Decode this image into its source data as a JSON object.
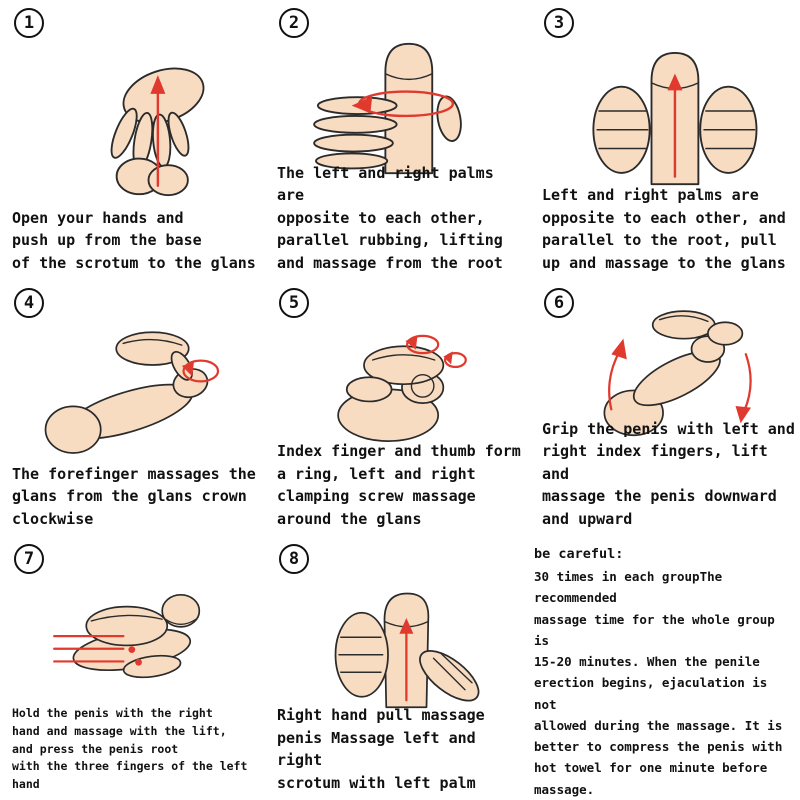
{
  "colors": {
    "skin": "#f8dcc2",
    "outline": "#2b2b2b",
    "accent_red": "#e03a2f",
    "background": "#ffffff"
  },
  "panels": [
    {
      "number": "1",
      "icon": "hand-push-up-from-scrotum-illustration",
      "caption": "Open your hands and\npush up from the base\nof the scrotum to the glans"
    },
    {
      "number": "2",
      "icon": "palms-parallel-rubbing-illustration",
      "caption": "The left and right palms are\nopposite to each other,\nparallel rubbing, lifting\nand massage from the root"
    },
    {
      "number": "3",
      "icon": "palms-pull-up-illustration",
      "caption": "Left and right palms are\nopposite to each other, and\nparallel to the root, pull\nup and massage to the glans"
    },
    {
      "number": "4",
      "icon": "forefinger-circular-glans-massage-illustration",
      "caption": "The forefinger massages the\nglans from the glans crown\nclockwise"
    },
    {
      "number": "5",
      "icon": "finger-thumb-ring-screw-massage-illustration",
      "caption": "Index finger and thumb form\na ring, left and right\nclamping screw massage\naround the glans"
    },
    {
      "number": "6",
      "icon": "grip-lift-up-down-massage-illustration",
      "caption": "Grip the penis with left and\nright index fingers, lift and\nmassage the penis downward\nand upward"
    },
    {
      "number": "7",
      "icon": "hold-press-root-three-fingers-illustration",
      "caption": "Hold the penis with the right\nhand and massage with the lift,\nand press the penis root\nwith the three fingers of the left hand"
    },
    {
      "number": "8",
      "icon": "right-hand-pull-left-palm-scrotum-illustration",
      "caption": "Right hand pull massage\npenis Massage left and right\nscrotum with left palm"
    }
  ],
  "note": {
    "title": "be careful:",
    "body": "30 times in each groupThe recommended\nmassage time for the whole group is\n15-20 minutes. When the penile\nerection begins, ejaculation is not\nallowed during the massage. It is\nbetter to compress the penis with\nhot towel for one minute before\nmassage."
  }
}
